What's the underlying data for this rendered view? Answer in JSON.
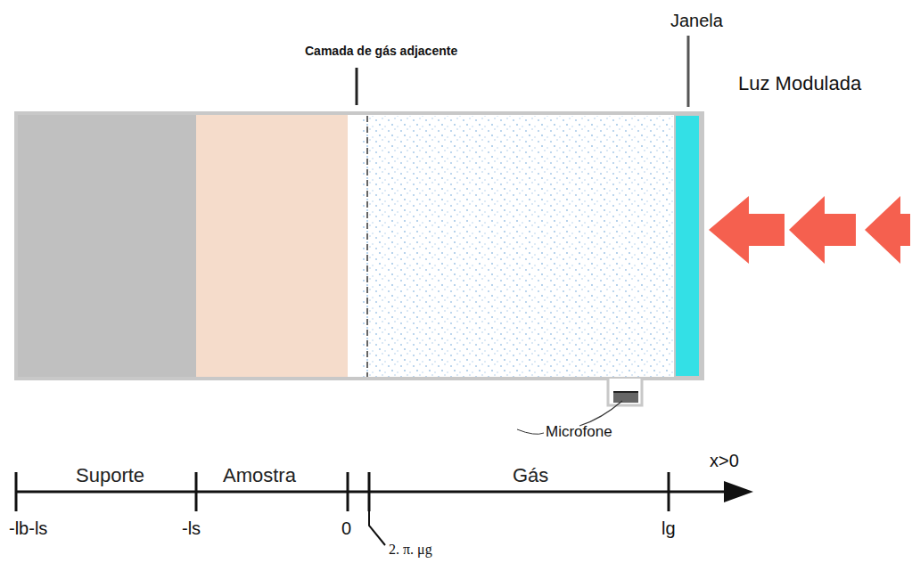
{
  "diagram": {
    "nodes": [
      {
        "text": [
          "Suporte"
        ]
      },
      {
        "text": [
          "Amostra"
        ]
      },
      {
        "text": [
          "Gás"
        ]
      }
    ],
    "labels": [
      "Janela",
      "Camada de gás adjacente",
      "Luz Modulada",
      "Microfone",
      "x>0",
      "-lb-ls",
      "-ls",
      "0",
      "lg",
      "2. π. μg"
    ]
  }
}
